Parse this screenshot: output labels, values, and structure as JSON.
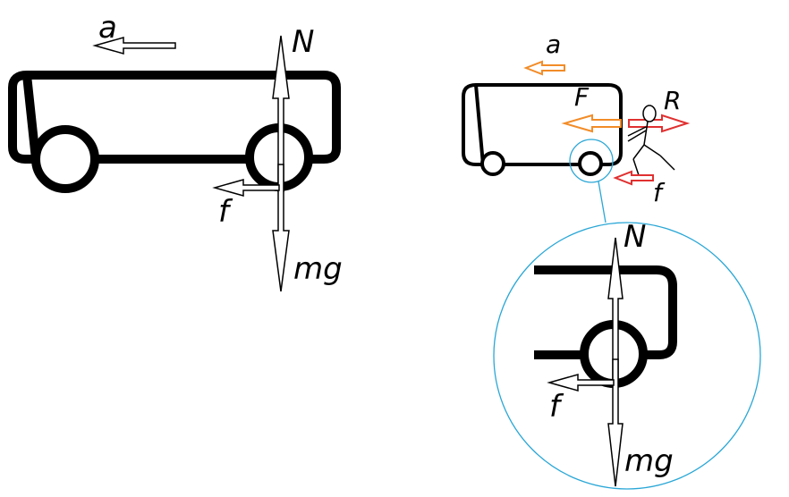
{
  "left_diagram": {
    "labels": {
      "acceleration": "a",
      "normal": "N",
      "friction": "f",
      "weight": "mg"
    }
  },
  "right_diagram": {
    "labels": {
      "acceleration": "a",
      "applied_force": "F",
      "reaction": "R",
      "friction_person": "f"
    },
    "zoom": {
      "labels": {
        "normal": "N",
        "friction": "f",
        "weight": "mg"
      }
    }
  },
  "colors": {
    "ink": "#000000",
    "acceleration_arrow": "#f28c28",
    "applied_force_arrow": "#f28c28",
    "reaction_arrow": "#e03030",
    "zoom_circle": "#2aa7d6"
  }
}
